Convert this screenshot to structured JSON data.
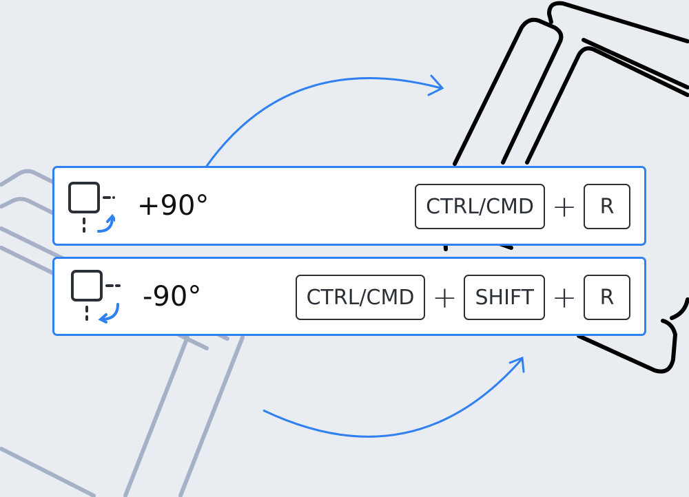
{
  "rotate_cw": {
    "angle": "+90°",
    "keys": [
      "CTRL/CMD",
      "R"
    ],
    "separator": "+"
  },
  "rotate_ccw": {
    "angle": "-90°",
    "keys": [
      "CTRL/CMD",
      "SHIFT",
      "R"
    ],
    "separator": "+"
  },
  "colors": {
    "accent": "#2f80f0",
    "background": "#e9ecf1",
    "sofa_rotated": "#000000",
    "sofa_original": "#a6b1c7"
  }
}
